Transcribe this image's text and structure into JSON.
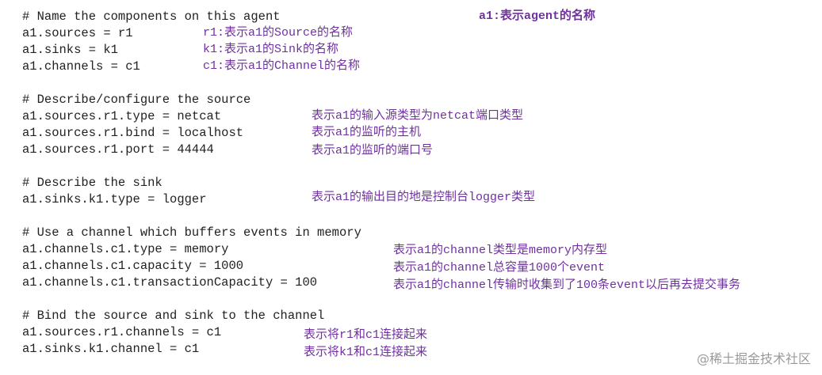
{
  "code_lines": [
    "# Name the components on this agent",
    "a1.sources = r1",
    "a1.sinks = k1",
    "a1.channels = c1",
    "# Describe/configure the source",
    "a1.sources.r1.type = netcat",
    "a1.sources.r1.bind = localhost",
    "a1.sources.r1.port = 44444",
    "# Describe the sink",
    "a1.sinks.k1.type = logger",
    "# Use a channel which buffers events in memory",
    "a1.channels.c1.type = memory",
    "a1.channels.c1.capacity = 1000",
    "a1.channels.c1.transactionCapacity = 100",
    "# Bind the source and sink to the channel",
    "a1.sources.r1.channels = c1",
    "a1.sinks.k1.channel = c1"
  ],
  "annotations": [
    "a1:表示agent的名称",
    "r1:表示a1的Source的名称",
    "k1:表示a1的Sink的名称",
    "c1:表示a1的Channel的名称",
    "表示a1的输入源类型为netcat端口类型",
    "表示a1的监听的主机",
    "表示a1的监听的端口号",
    "表示a1的输出目的地是控制台logger类型",
    "表示a1的channel类型是memory内存型",
    "表示a1的channel总容量1000个event",
    "表示a1的channel传输时收集到了100条event以后再去提交事务",
    "表示将r1和c1连接起来",
    "表示将k1和c1连接起来"
  ],
  "watermark": "@稀土掘金技术社区",
  "colors": {
    "code": "#222222",
    "annotation": "#7030a0",
    "watermark": "#9a9a9a",
    "background": "#ffffff"
  }
}
